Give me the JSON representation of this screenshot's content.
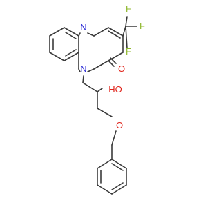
{
  "molecule": {
    "atoms": {
      "n_top": "N",
      "n_bottom": "N",
      "o_carbonyl": "O",
      "o_hydroxyl": "HO",
      "o_ether": "O",
      "f_top": "F",
      "f_right": "F",
      "f_lower": "F"
    }
  },
  "colors": {
    "bond": "#3a3a3a",
    "nitrogen": "#2b2bd6",
    "oxygen": "#e0241b",
    "fluorine": "#8fb82d"
  }
}
